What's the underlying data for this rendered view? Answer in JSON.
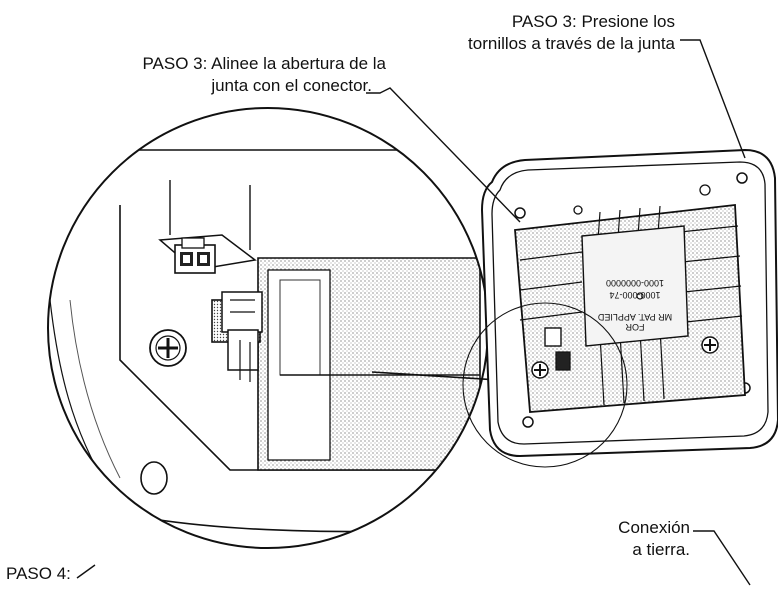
{
  "callouts": {
    "step3_screws_line1": "PASO 3: Presione los",
    "step3_screws_line2": "tornillos a través de la junta",
    "step3_align_line1": "PASO 3: Alinee la abertura de la",
    "step3_align_line2": "junta con el conector.",
    "ground_line1": "Conexión",
    "ground_line2": "a tierra.",
    "step4": "PASO 4:"
  },
  "device_plate_text": {
    "line1": "MR PAT. APPLIED",
    "line2": "FOR",
    "line3": "1000-000-74",
    "line4": "1000-0000000"
  },
  "colors": {
    "line": "#111111",
    "hatch": "#6a6a6a",
    "background": "#ffffff"
  }
}
